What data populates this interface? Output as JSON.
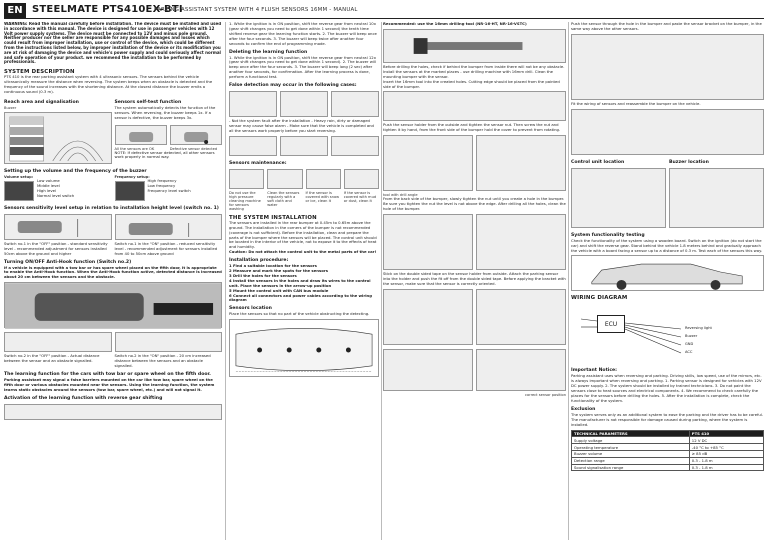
{
  "header": {
    "lang": "EN",
    "brand": "STEELMATE PTS410EX-BTI",
    "subtitle": "PARKING ASSISTANT SYSTEM WITH 4 FLUSH SENSORS 16MM - MANUAL"
  },
  "col1": {
    "warning": "WARNING: Read the manual carefully before installation. The device must be installed and used in accordance with this manual. The device is designed for use in passenger vehicles with 12 Volt power supply systems. The device must be connected to 12V and minus pole ground. Neither producer nor the seller are responsible for any possible damages and losses which could result from improper installation, use or control of the device, which could be different from the instructions listed below, by improper installation of the device or its modification you are at risk of damaging the device and vehicle's power supply and could seriously affect normal and safe operation of your product. we recommend the installation to be performed by professionals.",
    "sysdesc_title": "SYSTEM DESCRIPTION",
    "sysdesc_text": "PTS 410 is the rear parking assistant system with 4 ultrasonic sensors. The sensors behind the vehicle ultrasonically measure the distance when reversing. The system beeps when an obstacle is detected and the frequency of the sound increases with the shortening distance. At the closest distance the buzzer emits a continuous sound (0.3 m).",
    "reach_title": "Reach area and signalisation",
    "buzzer_label": "Buzzer",
    "self_test_title": "Sensors self-test function",
    "self_test_text": "The system automatically detects the function of the sensors. When reversing, the buzzer beeps 1x. If a sensor is defective, the buzzer beeps 3x.",
    "all_sensors_ok": "All the sensors are OK",
    "defective_sensor": "Defective sensor detected",
    "note": "NOTE: If defective sensor detected, all other sensors work properly in normal way.",
    "volume_title": "Setting up the volume and the frequency of the buzzer",
    "volume_setup": "Volume setup:",
    "frequency_setup": "Frequency setup:",
    "volume_labels": [
      "Low volume",
      "Middle level",
      "High level",
      "Normal level switch"
    ],
    "frequency_labels": [
      "High frequency",
      "Low frequency",
      "Frequency level switch"
    ],
    "sensitivity_title": "Sensors sensitivity level setup in relation to installation height level (switch no. 1)",
    "switch_off_text": "Switch no.1 in the \"OFF\" position - standard sensitivity level - recommended adjustment for sensors installed 50cm above the ground and higher",
    "switch_on_text": "Switch no.1 in the \"ON\" position - reduced sensitivity level - recommended adjustment for sensors installed from 40 to 50cm above ground",
    "anti_hook_title": "Turning ON/OFF Anti-Hook function (Switch no.2)",
    "anti_hook_text": "If a vehicle is equipped with a tow bar or has spare wheel placed on the fifth door, it is appropriate to enable the Anti-Hook function. When the Anti-Hook function active, detected distance is increased about 20 cm between the sensors and the obstacle.",
    "switch2_off": "Switch no.2 in the \"OFF\" position - Actual distance between the sensor and an obstacle signalled.",
    "switch2_on": "Switch no.2 in the \"ON\" position - 20 cm increased distance between the sensors and an obstacle signalled.",
    "learning_title": "The learning function for the cars with tow bar or spare wheel on the fifth door.",
    "learning_text": "Parking assistant may signal a false barriers mounted on the car like tow bar, spare wheel on the fifth door or various obstacles mounted near the sensors. Using the learning function, the system learns static obstacles around the sensors (tow bar, spare wheel, etc.) and will not signal it.",
    "activation": "Activation of the learning function with reverse gear shifting"
  },
  "col2": {
    "learning_steps": "1. While the ignition is in ON position, shift the reverse gear from neutral 10x (gear shift changes you need to get done within 1 second) the tenth time shifted reverse gear the learning function starts. 2. The buzzer will beep once after the four seconds. 3. The buzzer will beep twice after another four seconds to confirm the end of programming mode.",
    "deleting_title": "Deleting the learning function",
    "deleting_text": "1. While the ignition is in ON position, shift the reverse gear from neutral 12x (gear shift changes you need to get done within 1 second). 2. The buzzer will beep once after the four seconds. 3. The buzzer will beep long (2 sec) after another four seconds, for confirmation. After the learning process is done, perform a functional test.",
    "false_detection_title": "False detection may occur in the following cases:",
    "false_notes": "- Not the system fault after the installation - Heavy rain, dirty or damaged sensor may cause false alarm - Make sure that the vehicle is completed and all the sensors work properly before you start reversing.",
    "maintenance_title": "Sensors maintenance:",
    "maint_captions": [
      "Do not use the high pressure cleaning machine for sensors washing",
      "Clean the sensors regularly with a soft cloth and water",
      "If the sensor is covered with snow or ice, clean it",
      "If the sensor is covered with mud or dust, clean it"
    ],
    "install_title": "THE SYSTEM INSTALLATION",
    "install_text": "The sensors are installed in the rear bumper at 0.45m to 0.65m above the ground. The installation in the corners of the bumper is not recommended (coverage is not sufficient). Before the installation, clean and prepare the parts of the bumper where the sensors will be placed. The control unit should be located in the interior of the vehicle, not to expose it to the effects of heat and humidity.",
    "caution": "Caution: Do not attach the control unit to the metal parts of the car!",
    "procedure_title": "Installation procedure:",
    "procedure": [
      "1 Find a suitable location for the sensors",
      "2 Measure and mark the spots for the sensors",
      "3 Drill the holes for the sensors",
      "4 Install the sensors in the holes and draw its wires to the control unit. Place the sensors in the arrow-up position",
      "5 Mount the control unit with CAN bus module",
      "6 Connect all connectors and power cables according to the wiring diagram"
    ],
    "sensors_location_title": "Sensors location",
    "sensors_location_text": "Place the sensors so that no part of the vehicle obstructing the detecting."
  },
  "col3": {
    "recommended": "Recommended: use the 16mm drilling tool (NR-16-HT, NR-16-VSTC)",
    "drilling_text": "Before drilling the holes, check if behind the bumper from inside there will not be any obstacle. Install the sensors at the marked places - use drilling machine with 16mm drill. Clean the mounting bumper with the sensor.",
    "paint_text": "Insert the 16mm tool into the created holes. Cutting edge should be placed from the painted side of the bumper.",
    "insert_text": "Push the sensor holder from the outside and tighten the sensor nut. Then screw the nut and tighten it by hand, from the front side of the bumper hold the cover to prevent from rotating.",
    "tool_caption": "tool with drill angle",
    "back_text": "From the back side of the bumper, slowly tighten the nut until you create a hole in the bumper. Be sure you tighten the nut the level is not above the edge. After drilling all the holes, clean the hole of the bumper.",
    "plastic_text": "Stick on the double sided tape on the sensor holder from outside. Attach the parking sensor into the holder and push the fit off from the double sided tape. Before applying the bracket with the sensor, make sure that the sensor is correctly oriented.",
    "correct_caption": "correct sensor position"
  },
  "col4": {
    "push_text": "Push the sensor through the hole in the bumper and paste the sensor bracket on the bumper, in the same way above the other sensors.",
    "cut_text": "Fit the wiring of sensors and reassemble the bumper on the vehicle.",
    "control_unit_location": "Control unit location",
    "buzzer_location": "Buzzer location",
    "testing_title": "System functionality testing",
    "testing_text": "Check the functionality of the system using a wooden board. Switch on the ignition (do not start the car) and shift the reverse gear. Stand behind the vehicle 1.8 meters behind and gradually approach the vehicle with a board facing a sensor up to a distance of 0.3 m. Test each of the sensors this way.",
    "wiring_title": "WIRING DIAGRAM",
    "ecu": "ECU",
    "wire_labels": [
      "Reversing light",
      "Buzzer",
      "GND",
      "ACC"
    ],
    "notice_title": "Important Notice:",
    "notice_text": "Parking assistant uses when reversing and parking. Driving skills, low speed, use of the mirrors, etc. is always important when reversing and parking. 1. Parking sensor is designed for vehicles with 12V DC power supply. 2. The system should be installed by trained technicians. 3. Do not paint the sensors close to heat sources and electrical components. 4. We recommend to check carefully the places for the sensors before drilling the holes. 5. After the installation is complete, check the functionality of the system.",
    "exclusion_title": "Exclusion",
    "exclusion_text": "The system serves only as an additional system to ease the parking and the driver has to be careful. The manufacturer is not responsible for damage caused during parking, where the system is installed.",
    "table_head": [
      "TECHNICAL PARAMETERS",
      "PTS 410"
    ],
    "table_rows": [
      [
        "Supply voltage",
        "12 V DC"
      ],
      [
        "Operating temperature",
        "-40 °C to +85 °C"
      ],
      [
        "Buzzer volume",
        "≥ 85 dB"
      ],
      [
        "Detection range",
        "0.3 - 1.8 m"
      ],
      [
        "Sound signalisation range",
        "0.3 - 1.8 m"
      ]
    ]
  }
}
